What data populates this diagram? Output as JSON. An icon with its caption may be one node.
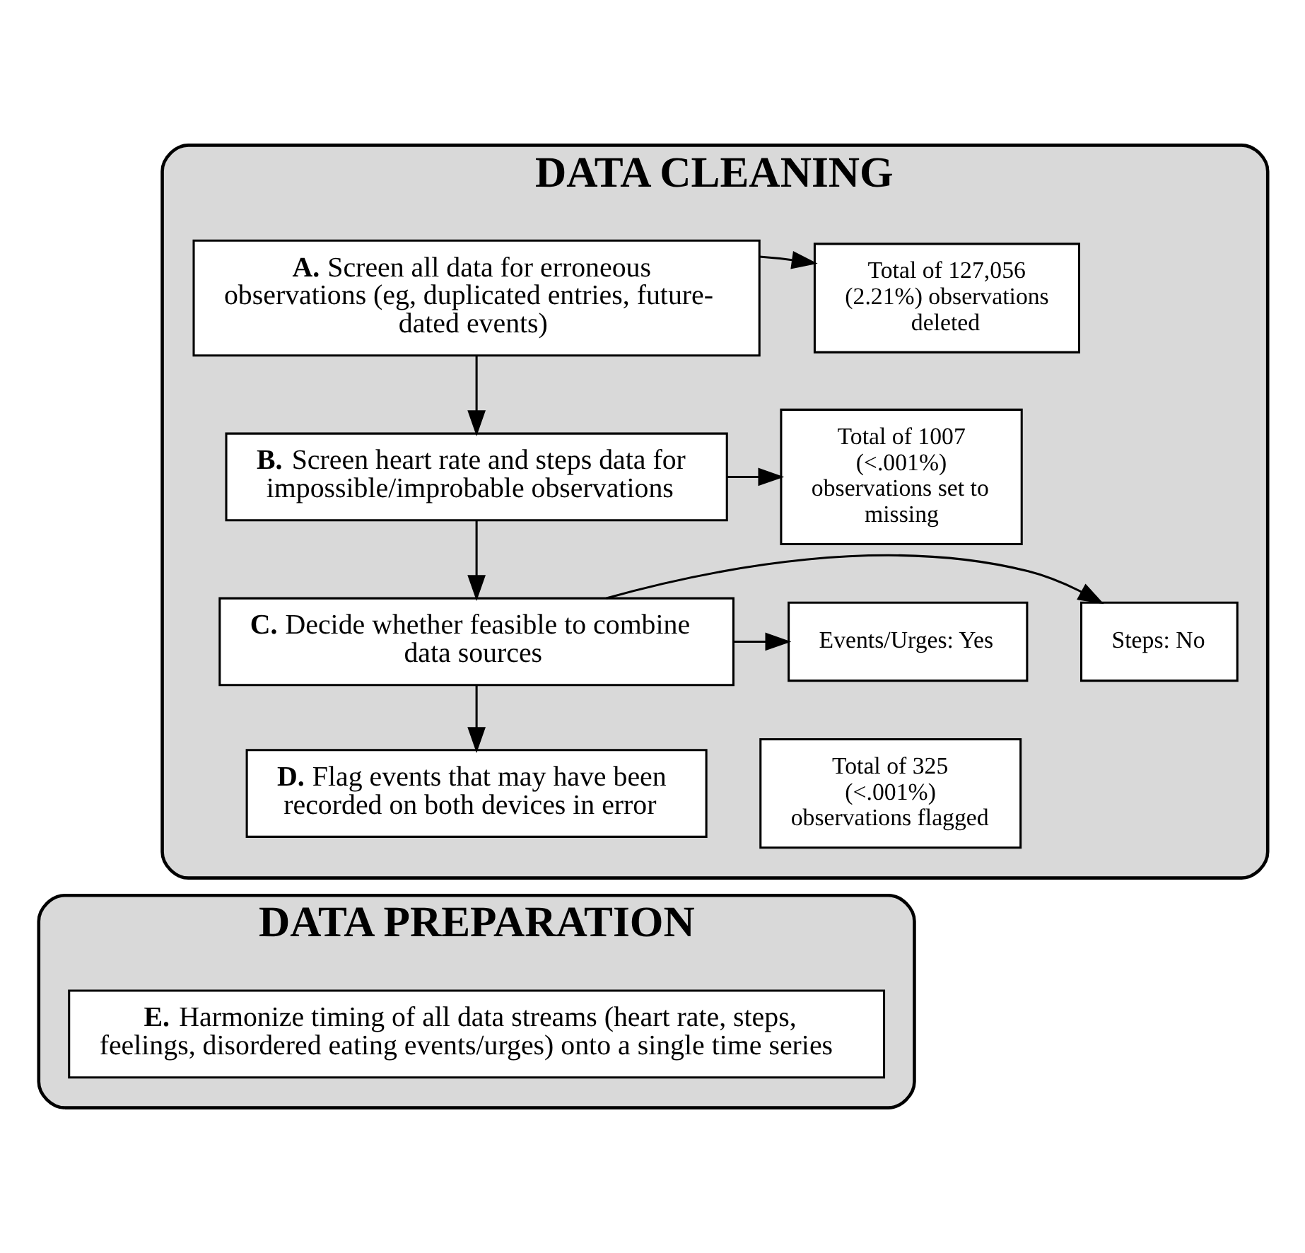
{
  "diagram": {
    "nodes": [
      {
        "text": [
          "DATA CLEANING"
        ]
      },
      {
        "text": [
          "**A.** Screen all data for erroneous observations (eg, duplicated entries, future-dated events)"
        ],
        "in": 0
      },
      {
        "text": [
          "Total of 127,056 (2.21%) observations deleted"
        ],
        "in": 0
      },
      {
        "text": [
          "**B.** Screen heart rate and steps data for impossible/improbable observations"
        ],
        "in": 0
      },
      {
        "text": [
          "Total of 1007 (<.001%) observations set to missing"
        ],
        "in": 0
      },
      {
        "text": [
          "**C.** Decide whether feasible to combine data sources"
        ],
        "in": 0
      },
      {
        "text": [
          "Steps: No"
        ],
        "in": 0
      },
      {
        "text": [
          "Events/Urges: Yes"
        ],
        "in": 0
      },
      {
        "text": [
          "**D.** Flag events that may have been recorded on both devices in error"
        ],
        "in": 0
      },
      {
        "text": [
          "Total of 325 (<.001%) observations flagged"
        ],
        "in": 0
      },
      {
        "text": [
          "DATA PREPARATION"
        ]
      },
      {
        "text": [
          "**E.** Harmonize timing of all data streams (heart rate, steps, feelings, disordered eating events/urges) onto a single time series"
        ],
        "in": 10
      }
    ],
    "edges": [
      {
        "from": 1,
        "to": 2,
        "arrow": "to"
      },
      {
        "from": 1,
        "to": 3,
        "arrow": "to"
      },
      {
        "from": 3,
        "to": 4,
        "arrow": "to"
      },
      {
        "from": 3,
        "to": 5,
        "arrow": "to"
      },
      {
        "from": 5,
        "to": 6,
        "arrow": "to"
      },
      {
        "from": 5,
        "to": 7,
        "arrow": "to"
      },
      {
        "from": 5,
        "to": 8,
        "arrow": "to"
      }
    ]
  }
}
